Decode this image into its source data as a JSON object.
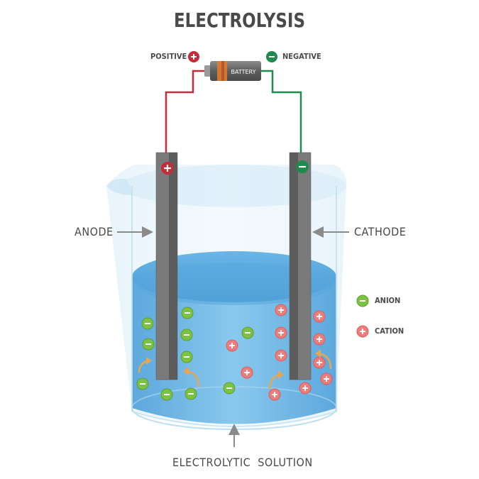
{
  "title": "ELECTROLYSIS",
  "battery": {
    "label": "BATTERY"
  },
  "terminals": {
    "positive": "POSITIVE",
    "negative": "NEGATIVE"
  },
  "electrodes": {
    "anode": "ANODE",
    "cathode": "CATHODE"
  },
  "solution": {
    "label": "ELECTROLYTIC  SOLUTION"
  },
  "legend": {
    "anion": "ANION",
    "cation": "CATION"
  },
  "colors": {
    "positive": "#c62b3a",
    "negative": "#1f8a4c",
    "anion": "#7cc242",
    "cation": "#ef7b7b",
    "arrow": "#e8a650",
    "solution": "#4a9fd8",
    "text": "#4a4a4a"
  }
}
